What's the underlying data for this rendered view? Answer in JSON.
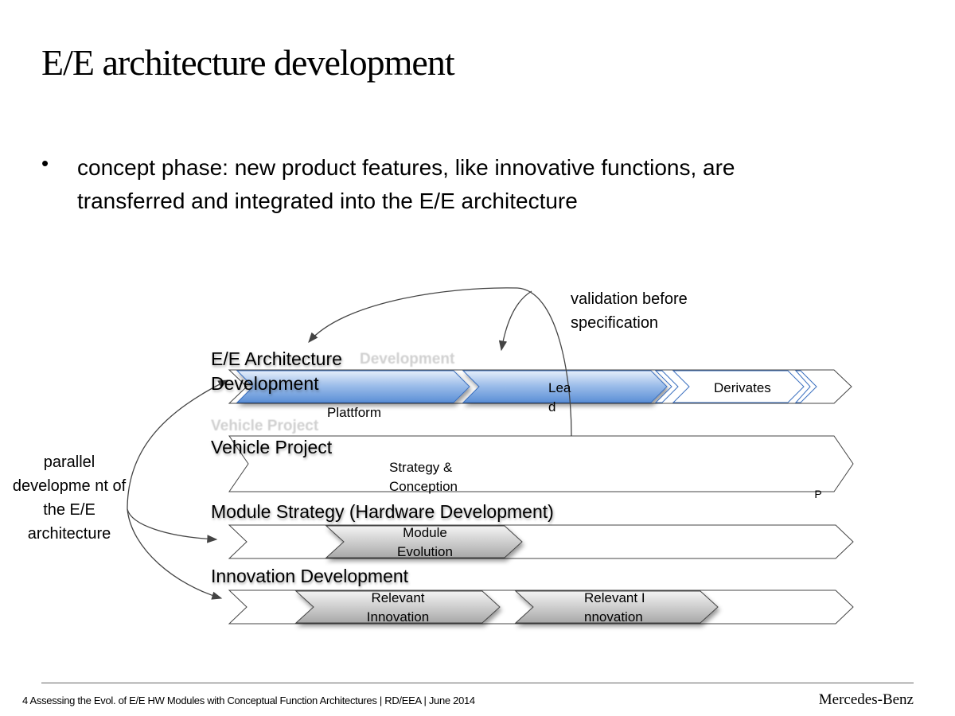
{
  "slide": {
    "title": "E/E architecture development",
    "bullet_marker": "•",
    "bullet_text": "concept phase: new product features, like innovative functions, are  transferred and integrated into the E/E architecture"
  },
  "diagram": {
    "lanes": {
      "ee_arch": "E/E Architecture Development",
      "vehicle": "Vehicle Project",
      "module": "Module Strategy (Hardware Development)",
      "innovation": "Innovation Development"
    },
    "ghost_labels": {
      "development": "Development",
      "vehicle_project": "Vehicle Project"
    },
    "chevrons": {
      "plattform": "Plattform",
      "lead": "Lead",
      "derivates": "Derivates",
      "strategy": "Strategy & Conception",
      "module_evolution": "Module Evolution",
      "innovation_1": "Relevant Innovation",
      "innovation_2": "Relevant Innovation",
      "p_marker": "P"
    },
    "annotations": {
      "validation": "validation before specification",
      "parallel": "parallel developme nt of the E/E architecture"
    }
  },
  "footer": {
    "text": "4 Assessing the Evol. of E/E HW Modules with Conceptual Function Architectures |   RD/EEA |  June 2014",
    "brand": "Mercedes-Benz"
  },
  "colors": {
    "blue_light": "#dfeaf8",
    "blue_mid": "#aac6ec",
    "blue_dark": "#5b8fd6",
    "gray_light": "#f0f0f0",
    "gray_dark": "#a8a8a8",
    "outline": "#444444"
  }
}
